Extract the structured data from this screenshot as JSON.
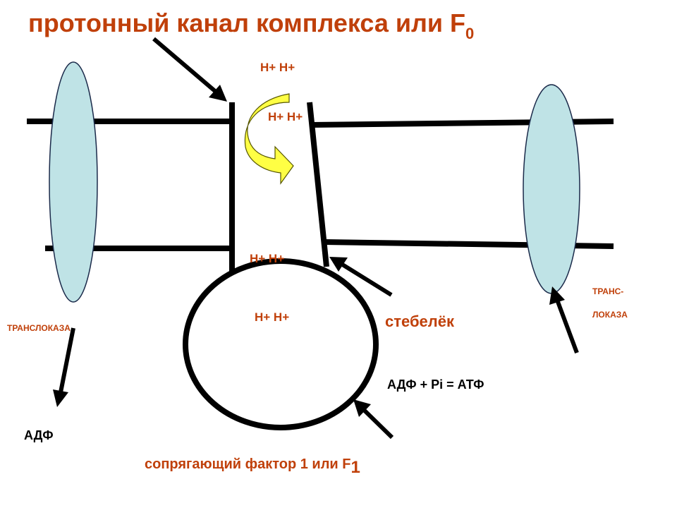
{
  "title": {
    "text": "протонный канал комплекса или F",
    "subscript": "0"
  },
  "protons": {
    "top": "H+ H+",
    "channel_upper": "H+ H+",
    "channel_lower": "H+ H+",
    "inside_sphere": "H+ H+"
  },
  "labels": {
    "translocase_left": "ТРАНСЛОКАЗА",
    "translocase_right_line1": "ТРАНС-",
    "translocase_right_line2": "ЛОКАЗА",
    "stalk": "стебелёк",
    "reaction": "АДФ + Pi  = АТФ",
    "adp": "АДФ",
    "coupling_factor": "сопрягающий фактор 1 или F",
    "coupling_factor_subscript": "1"
  },
  "colors": {
    "text_accent": "#c0400a",
    "translocase_fill": "#bfe3e6",
    "arrow_fill": "#ffff44",
    "line": "#000000"
  }
}
